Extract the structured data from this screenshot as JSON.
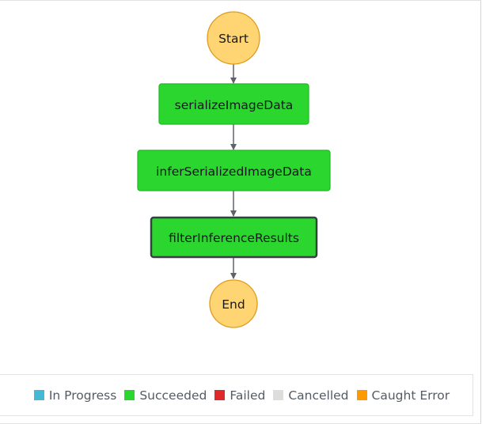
{
  "workflow": {
    "start_label": "Start",
    "end_label": "End",
    "states": [
      {
        "name": "serializeImageData",
        "status": "Succeeded",
        "selected": false
      },
      {
        "name": "inferSerializedImageData",
        "status": "Succeeded",
        "selected": false
      },
      {
        "name": "filterInferenceResults",
        "status": "Succeeded",
        "selected": true
      }
    ]
  },
  "legend": {
    "items": [
      {
        "label": "In Progress",
        "color": "#44b9d6"
      },
      {
        "label": "Succeeded",
        "color": "#2bd62e"
      },
      {
        "label": "Failed",
        "color": "#de2a2a"
      },
      {
        "label": "Cancelled",
        "color": "#dddddd"
      },
      {
        "label": "Caught Error",
        "color": "#ff9900"
      }
    ]
  },
  "colors": {
    "terminal_fill": "#ffd574",
    "terminal_stroke": "#e09b1c",
    "succeeded_fill": "#2bd62e",
    "succeeded_stroke": "#23b825",
    "selected_stroke": "#3a3f45",
    "edge": "#5f6368"
  }
}
